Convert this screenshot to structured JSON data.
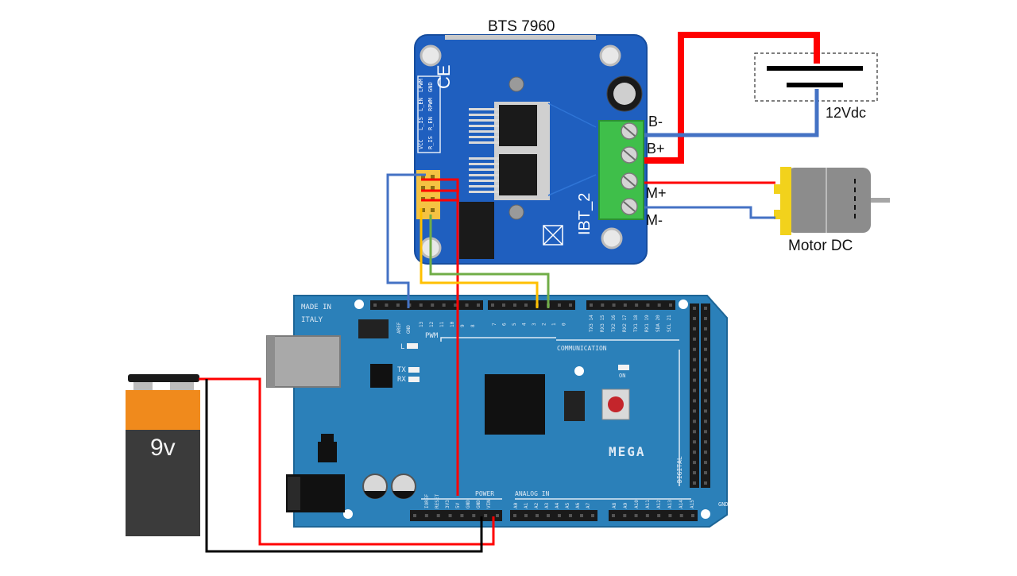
{
  "labels": {
    "driver_title": "BTS 7960",
    "terminal_b_minus": "B-",
    "terminal_b_plus": "B+",
    "terminal_m_plus": "M+",
    "terminal_m_minus": "M-",
    "supply": "12Vdc",
    "motor": "Motor DC",
    "battery": "9v"
  },
  "board_markings": {
    "driver_model": "IBT_2",
    "driver_pins": [
      "VCC",
      "R_IS",
      "L_IS",
      "R_EN",
      "L_EN",
      "RPWM",
      "LPWM",
      "GND"
    ],
    "arduino_model": "MEGA",
    "made_in": "MADE IN",
    "italy": "ITALY",
    "pwm": "PWM",
    "communication": "COMMUNICATION",
    "power": "POWER",
    "analog_in": "ANALOG IN",
    "digital": "DIGITAL",
    "tx": "TX",
    "rx": "RX",
    "on": "ON",
    "l": "L",
    "aref": "AREF",
    "gnd": "GND",
    "top_pins": [
      "13",
      "12",
      "11",
      "10",
      "9",
      "8"
    ],
    "pwm_pins": [
      "7",
      "6",
      "5",
      "4",
      "3",
      "2",
      "1",
      "0"
    ],
    "comm_pins": [
      "TX3 14",
      "RX3 15",
      "TX2 16",
      "RX2 17",
      "TX1 18",
      "RX1 19",
      "SDA 20",
      "SCL 21"
    ],
    "power_pins": [
      "IOREF",
      "RESET",
      "3V3",
      "5V",
      "GND",
      "GND",
      "VIN"
    ],
    "analog_pins": [
      "A0",
      "A1",
      "A2",
      "A3",
      "A4",
      "A5",
      "A6",
      "A7",
      "A8",
      "A9",
      "A10",
      "A11",
      "A12",
      "A13",
      "A14",
      "A15"
    ]
  },
  "colors": {
    "wire_red": "#ff0000",
    "wire_blue": "#4472c4",
    "wire_yellow": "#ffc000",
    "wire_green": "#70ad47",
    "wire_black": "#000000",
    "driver_pcb": "#1f5fbf",
    "arduino_pcb": "#2b80b9",
    "terminal_block": "#3fbf4a",
    "motor_cap": "#f2d21c",
    "battery_top": "#f08a1c"
  }
}
